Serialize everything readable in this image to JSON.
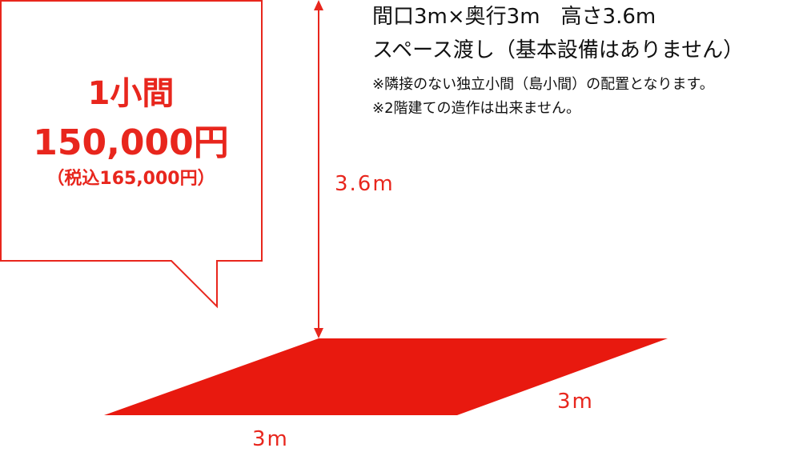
{
  "price_box": {
    "title": "1小間",
    "price": "150,000円",
    "tax_note": "（税込165,000円）"
  },
  "dimensions": {
    "height": "3.6m",
    "depth": "3m",
    "width": "3m"
  },
  "spec": {
    "line1": "間口3m×奥行3m　高さ3.6m",
    "line2": "スペース渡し（基本設備はありません）",
    "note1": "※隣接のない独立小間（島小間）の配置となります。",
    "note2": "※2階建ての造作は出来ません。"
  },
  "colors": {
    "accent": "#e8261d",
    "text": "#111111"
  }
}
